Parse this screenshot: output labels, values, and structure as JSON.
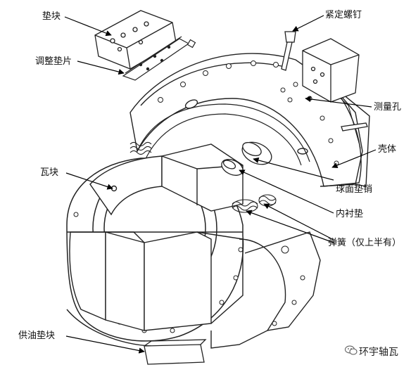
{
  "labels": {
    "pad_block": "垫块",
    "shim": "调整垫片",
    "set_screw": "紧定螺钉",
    "measuring_hole": "测量孔",
    "housing": "壳体",
    "tile_block": "瓦块",
    "spherical_pin": "球面垫销",
    "inner_liner": "内衬垫",
    "spring": "弹簧（仅上半有）",
    "oil_supply_block": "供油垫块"
  },
  "watermark": {
    "text": "环宇轴瓦",
    "icon": "wechat-icon"
  }
}
